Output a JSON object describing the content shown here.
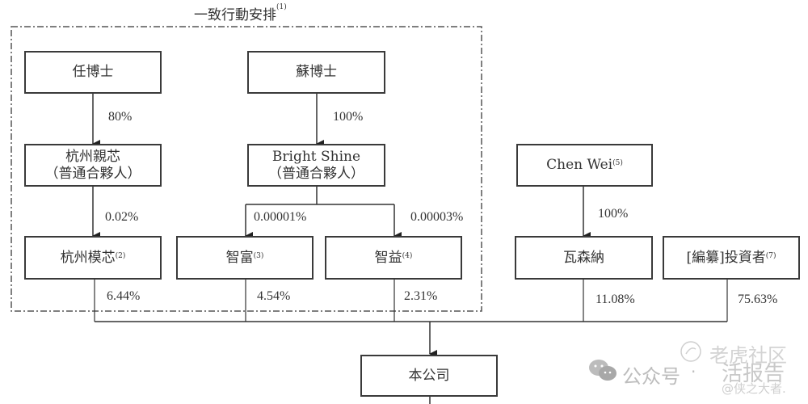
{
  "diagram": {
    "group_title": "一致行動安排",
    "group_title_note": "(1)",
    "nodes": {
      "dr_ren": {
        "label": "任博士"
      },
      "dr_su": {
        "label": "蘇博士"
      },
      "hangzhou_qinxin": {
        "line1": "杭州親芯",
        "line2": "（普通合夥人）"
      },
      "bright_shine": {
        "line1": "Bright Shine",
        "line2": "（普通合夥人）"
      },
      "chen_wei": {
        "label": "Chen Wei",
        "note": "(5)"
      },
      "hangzhou_moxin": {
        "label": "杭州模芯",
        "note": "(2)"
      },
      "zhifu": {
        "label": "智富",
        "note": "(3)"
      },
      "zhiyi": {
        "label": "智益",
        "note": "(4)"
      },
      "wasenna": {
        "label": "瓦森納"
      },
      "investors": {
        "label": "[編纂]投資者",
        "note": "(7)"
      },
      "company": {
        "label": "本公司"
      }
    },
    "edges": {
      "ren_to_qinxin": "80%",
      "su_to_brightshine": "100%",
      "qinxin_to_moxin": "0.02%",
      "brightshine_to_zhifu": "0.00001%",
      "brightshine_to_zhiyi": "0.00003%",
      "chenwei_to_wasenna": "100%",
      "moxin_to_company": "6.44%",
      "zhifu_to_company": "4.54%",
      "zhiyi_to_company": "2.31%",
      "wasenna_to_company": "11.08%",
      "investors_to_company": "75.63%"
    }
  },
  "watermark": {
    "wechat": "公众号",
    "dot": "·",
    "name": "活报告",
    "community": "老虎社区",
    "handle": "@侠之大者."
  }
}
